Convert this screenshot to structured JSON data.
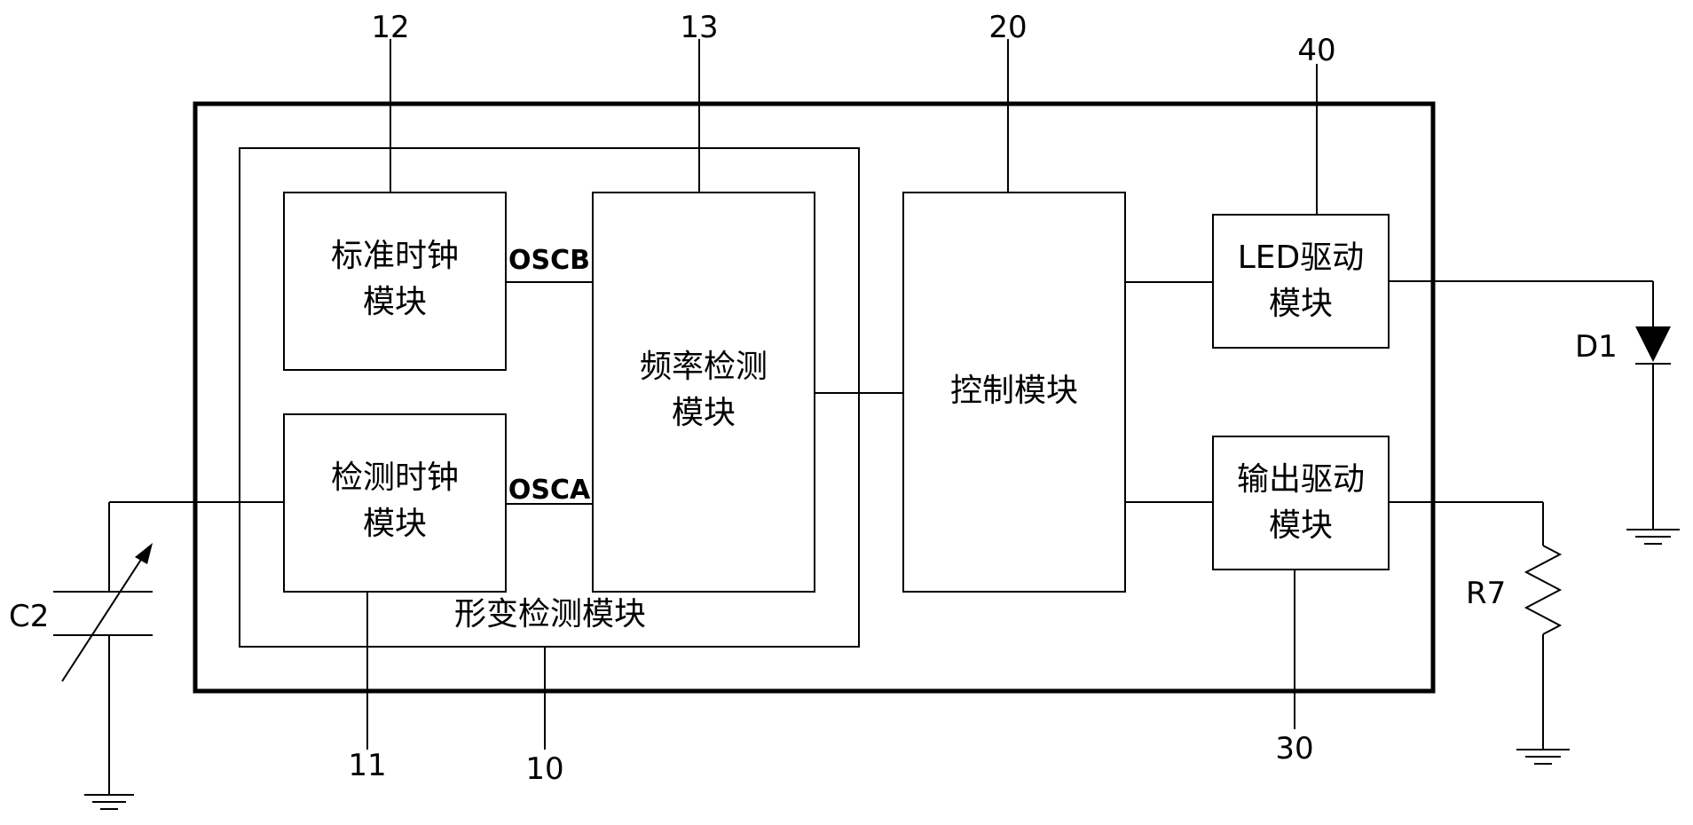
{
  "reference_numbers": {
    "r12": "12",
    "r13": "13",
    "r20": "20",
    "r40": "40",
    "r11": "11",
    "r10": "10",
    "r30": "30"
  },
  "modules": {
    "standard_clock": {
      "line1": "标准时钟",
      "line2": "模块"
    },
    "detect_clock": {
      "line1": "检测时钟",
      "line2": "模块"
    },
    "freq_detect": {
      "line1": "频率检测",
      "line2": "模块"
    },
    "control": {
      "line1": "控制模块"
    },
    "led_driver": {
      "line1": "LED驱动",
      "line2": "模块"
    },
    "output_driver": {
      "line1": "输出驱动",
      "line2": "模块"
    },
    "deform_detect": {
      "label": "形变检测模块"
    }
  },
  "signals": {
    "oscb": "OSCB",
    "osca": "OSCA"
  },
  "components": {
    "c2": "C2",
    "d1": "D1",
    "r7": "R7"
  }
}
